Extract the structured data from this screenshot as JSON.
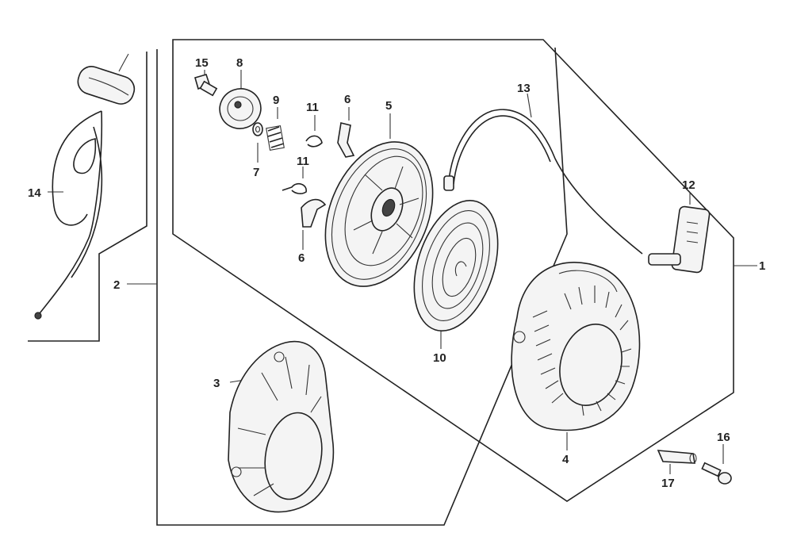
{
  "labels": {
    "p1": "1",
    "p2": "2",
    "p3": "3",
    "p4": "4",
    "p5": "5",
    "p6a": "6",
    "p6b": "6",
    "p7": "7",
    "p8": "8",
    "p9": "9",
    "p10": "10",
    "p11a": "11",
    "p11b": "11",
    "p12": "12",
    "p13": "13",
    "p14": "14",
    "p15": "15",
    "p16": "16",
    "p17": "17"
  }
}
